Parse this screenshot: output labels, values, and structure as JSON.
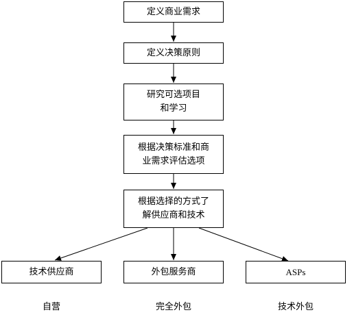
{
  "flow": {
    "steps": [
      "定义商业需求",
      "定义决策原则",
      "研究可选项目\n和学习",
      "根据决策标准和商\n业需求评估选项",
      "根据选择的方式了\n解供应商和技术"
    ],
    "options": [
      "技术供应商",
      "外包服务商",
      "ASPs"
    ],
    "captions": [
      "自营",
      "完全外包",
      "技术外包"
    ]
  }
}
